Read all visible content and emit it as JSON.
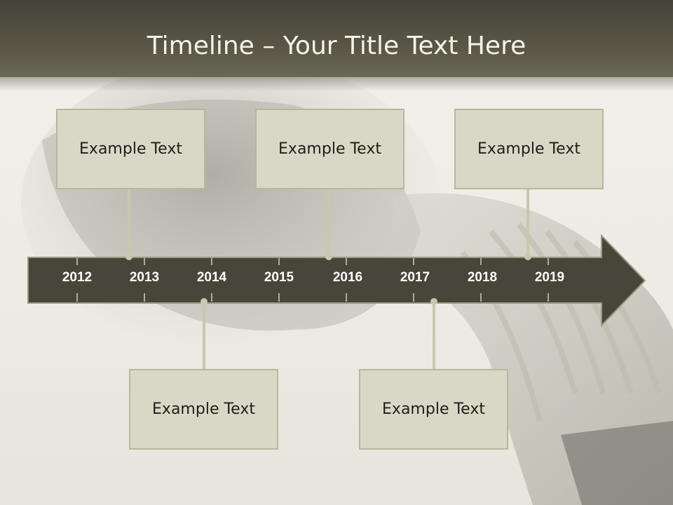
{
  "title": "Timeline – Your Title Text Here",
  "years": [
    "2012",
    "2013",
    "2014",
    "2015",
    "2016",
    "2017",
    "2018",
    "2019"
  ],
  "events": [
    {
      "text": "Example Text"
    },
    {
      "text": "Example Text"
    },
    {
      "text": "Example Text"
    },
    {
      "text": "Example Text"
    },
    {
      "text": "Example Text"
    }
  ],
  "colors": {
    "header": "#4a473a",
    "arrow": "#48463a",
    "box_fill": "#d9d8c6",
    "box_border": "#b8b79a",
    "connector": "#c9c8ae"
  }
}
